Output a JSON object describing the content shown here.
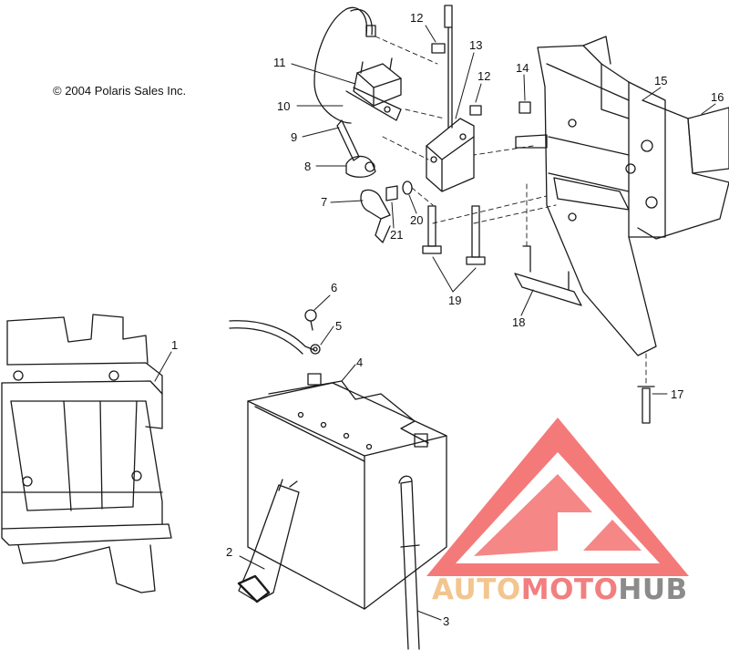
{
  "copyright": "© 2004 Polaris Sales Inc.",
  "callouts": [
    {
      "id": "1",
      "label": "1"
    },
    {
      "id": "2",
      "label": "2"
    },
    {
      "id": "3",
      "label": "3"
    },
    {
      "id": "4",
      "label": "4"
    },
    {
      "id": "5",
      "label": "5"
    },
    {
      "id": "6",
      "label": "6"
    },
    {
      "id": "7",
      "label": "7"
    },
    {
      "id": "8",
      "label": "8"
    },
    {
      "id": "9",
      "label": "9"
    },
    {
      "id": "10",
      "label": "10"
    },
    {
      "id": "11",
      "label": "11"
    },
    {
      "id": "12a",
      "label": "12"
    },
    {
      "id": "12b",
      "label": "12"
    },
    {
      "id": "13",
      "label": "13"
    },
    {
      "id": "14",
      "label": "14"
    },
    {
      "id": "15",
      "label": "15"
    },
    {
      "id": "16",
      "label": "16"
    },
    {
      "id": "17",
      "label": "17"
    },
    {
      "id": "18",
      "label": "18"
    },
    {
      "id": "19",
      "label": "19"
    },
    {
      "id": "20",
      "label": "20"
    },
    {
      "id": "21",
      "label": "21"
    }
  ],
  "watermark": {
    "part1": "AUTO",
    "part2": "MOTO",
    "part3": "HUB",
    "colors": {
      "auto": "#f3c58f",
      "moto": "#f27f7f",
      "hub": "#8b8b8b",
      "logo": "#f47a7a"
    }
  },
  "line_color": "#1a1a1a"
}
